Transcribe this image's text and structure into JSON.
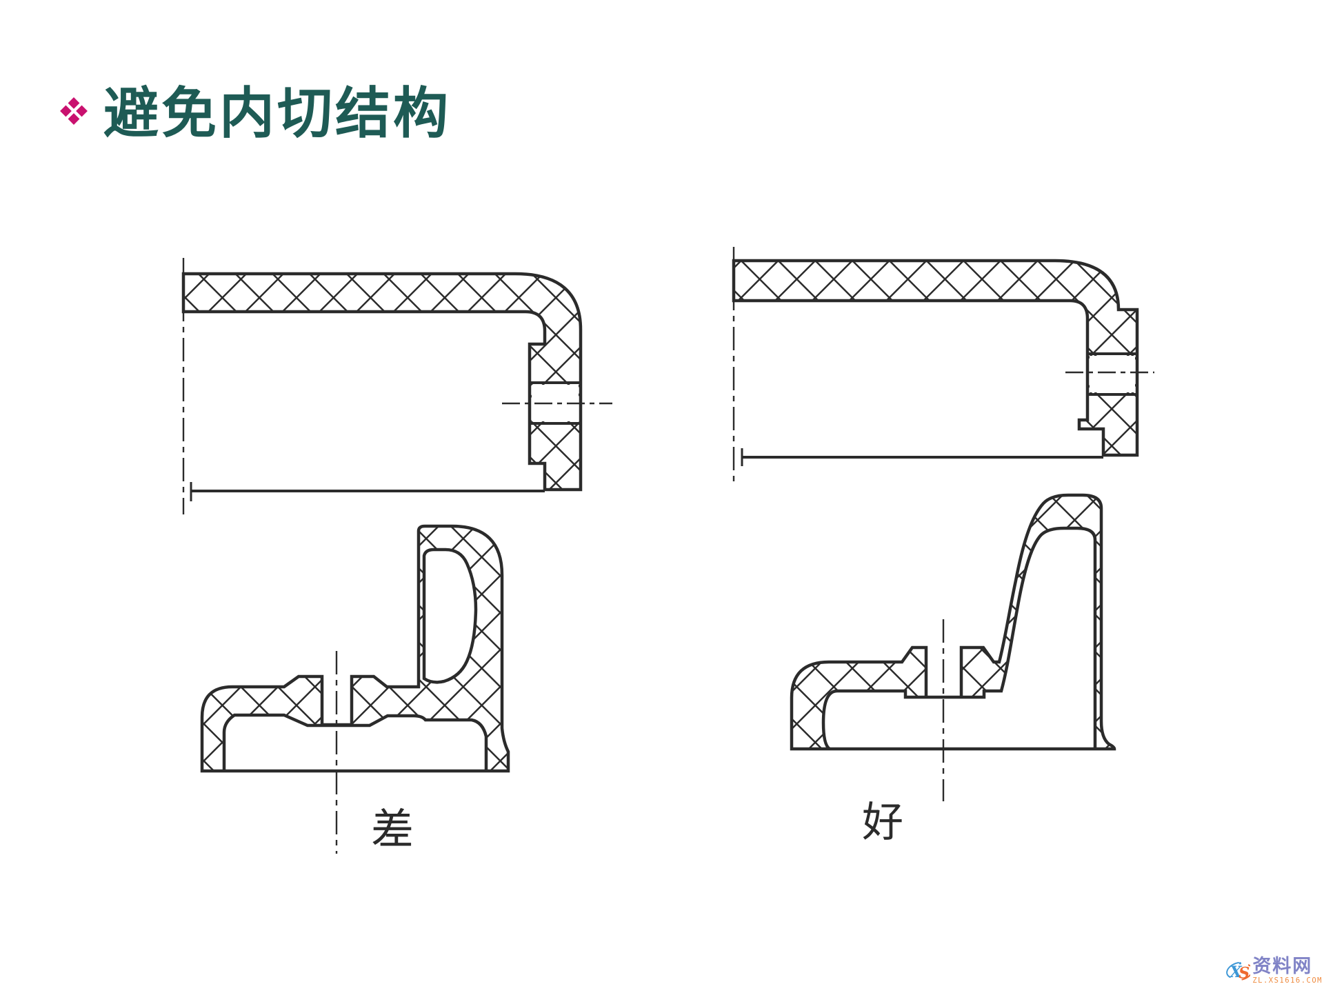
{
  "slide": {
    "title": "避免内切结构"
  },
  "labels": {
    "bad": "差",
    "good": "好"
  },
  "watermark": {
    "logo_x": "X",
    "logo_s": "S",
    "name": "资料网",
    "url": "ZL.XS1616.COM"
  },
  "colors": {
    "title": "#1e5b55",
    "bullet": "#c9116f",
    "ink": "#2b2b2b",
    "wm_name": "#8083c6",
    "wm_url": "#ef8a3e",
    "wm_x": "#3d97d6",
    "wm_s": "#ee6a2f"
  }
}
